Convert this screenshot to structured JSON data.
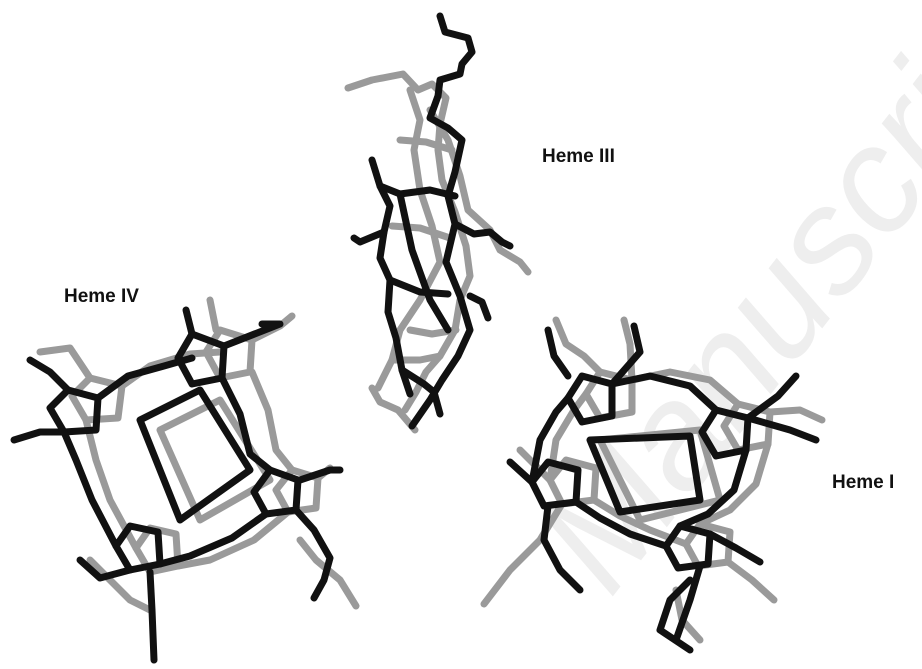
{
  "labels": {
    "heme_iii": "Heme III",
    "heme_iv": "Heme IV",
    "heme_i": "Heme I",
    "watermark": "Manuscript"
  },
  "colors": {
    "structure_a": "#111111",
    "structure_b": "#9a9a9a",
    "watermark": "#eeeeee",
    "background": "#ffffff"
  }
}
